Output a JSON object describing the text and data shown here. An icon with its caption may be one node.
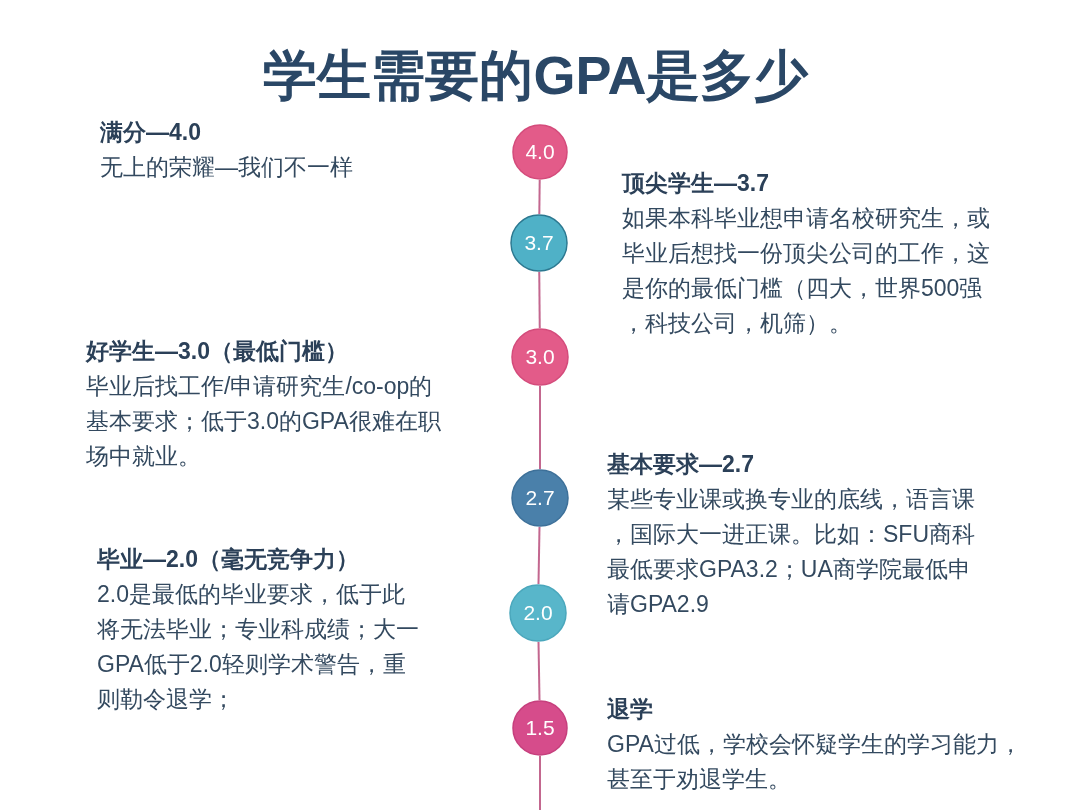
{
  "diagram": {
    "title": "学生需要的GPA是多少",
    "nodes": [
      {
        "text": [
          "4.0"
        ],
        "beside": [
          "满分—4.0",
          "无上的荣耀—我们不一样"
        ]
      },
      {
        "text": [
          "3.7"
        ],
        "beside": [
          "顶尖学生—3.7",
          "如果本科毕业想申请名校研究生，或毕业后想找一份顶尖公司的工作，这是你的最低门槛（四大，世界500强，科技公司，机筛）。"
        ]
      },
      {
        "text": [
          "3.0"
        ],
        "beside": [
          "好学生—3.0（最低门槛）",
          "毕业后找工作/申请研究生/co-op的基本要求；低于3.0的GPA很难在职场中就业。"
        ]
      },
      {
        "text": [
          "2.7"
        ],
        "beside": [
          "基本要求—2.7",
          "某些专业课或换专业的底线，语言课，国际大一进正课。比如：SFU商科最低要求GPA3.2；UA商学院最低申请GPA2.9"
        ]
      },
      {
        "text": [
          "2.0"
        ],
        "beside": [
          "毕业—2.0（毫无竞争力）",
          "2.0是最低的毕业要求，低于此将无法毕业；专业科成绩；大一GPA低于2.0轻则学术警告，重则勒令退学；"
        ]
      },
      {
        "text": [
          "1.5"
        ],
        "beside": [
          "退学",
          "GPA过低，学校会怀疑学生的学习能力，甚至于劝退学生。"
        ]
      }
    ],
    "edges": [
      {
        "from": 0,
        "to": 1,
        "arrow": "none"
      },
      {
        "from": 1,
        "to": 2,
        "arrow": "none"
      },
      {
        "from": 2,
        "to": 3,
        "arrow": "none"
      },
      {
        "from": 3,
        "to": 4,
        "arrow": "none"
      },
      {
        "from": 4,
        "to": 5,
        "arrow": "none"
      },
      {
        "from": 5,
        "to": null,
        "arrow": "none"
      }
    ]
  }
}
